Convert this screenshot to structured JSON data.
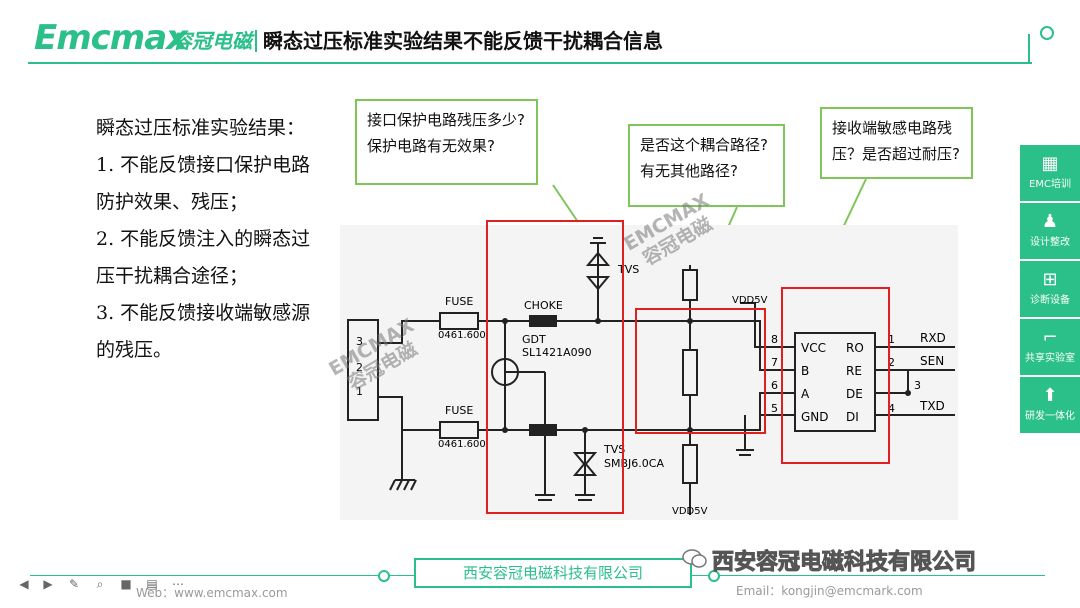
{
  "header": {
    "logo_text": "Emcmax",
    "logo_cn": "容冠电磁",
    "title": "瞬态过压标准实验结果不能反馈干扰耦合信息"
  },
  "body": {
    "lines": [
      "瞬态过压标准实验结果：",
      "1. 不能反馈接口保护电路",
      "防护效果、残压；",
      "2. 不能反馈注入的瞬态过",
      "压干扰耦合途径；",
      "3. 不能反馈接收端敏感源",
      "的残压。"
    ]
  },
  "callouts": {
    "c1": [
      "接口保护电路残压多少?",
      "保护电路有无效果?"
    ],
    "c2": [
      "是否这个耦合路径?",
      "有无其他路径?"
    ],
    "c3": [
      "接收端敏感电路残",
      "压？是否超过耐压?"
    ]
  },
  "schematic": {
    "labels": {
      "fuse1": "FUSE",
      "fuse1_part": "0461.600",
      "fuse2": "FUSE",
      "fuse2_part": "0461.600",
      "choke": "CHOKE",
      "gdt": "GDT",
      "gdt_part": "SL1421A090",
      "tvs_top": "TVS",
      "tvs_bot": "TVS",
      "tvs_bot_part": "SMBJ6.0CA",
      "vdd_top": "VDD5V",
      "vdd_bot": "VDD5V",
      "conn_pins": [
        "3",
        "2",
        "1"
      ],
      "ic_pins_left": [
        "VCC",
        "B",
        "A",
        "GND"
      ],
      "ic_pin_nums_left": [
        "8",
        "7",
        "6",
        "5"
      ],
      "ic_pins_right": [
        "RO",
        "RE",
        "DE",
        "DI"
      ],
      "ic_pin_nums_right": [
        "1",
        "2",
        "3",
        "4"
      ],
      "nets": [
        "RXD",
        "SEN",
        "TXD"
      ]
    },
    "watermark_lines": [
      "EMCMAX",
      "容冠电磁"
    ]
  },
  "right_nav": [
    {
      "icon": "emc-training-icon",
      "label": "EMC培训"
    },
    {
      "icon": "design-rectify-icon",
      "label": "设计整改"
    },
    {
      "icon": "diagnosis-icon",
      "label": "诊断设备"
    },
    {
      "icon": "shared-lab-icon",
      "label": "共享实验室"
    },
    {
      "icon": "rd-integration-icon",
      "label": "研发一体化"
    }
  ],
  "footer": {
    "company": "西安容冠电磁科技有限公司",
    "web": "Web：www.emcmax.com",
    "email": "Email：kongjin@emcmark.com",
    "wechat_name": "西安容冠电磁科技有限公司"
  },
  "colors": {
    "brand": "#2bbf8a",
    "callout_border": "#7fc55a",
    "highlight_red": "#e02020"
  }
}
